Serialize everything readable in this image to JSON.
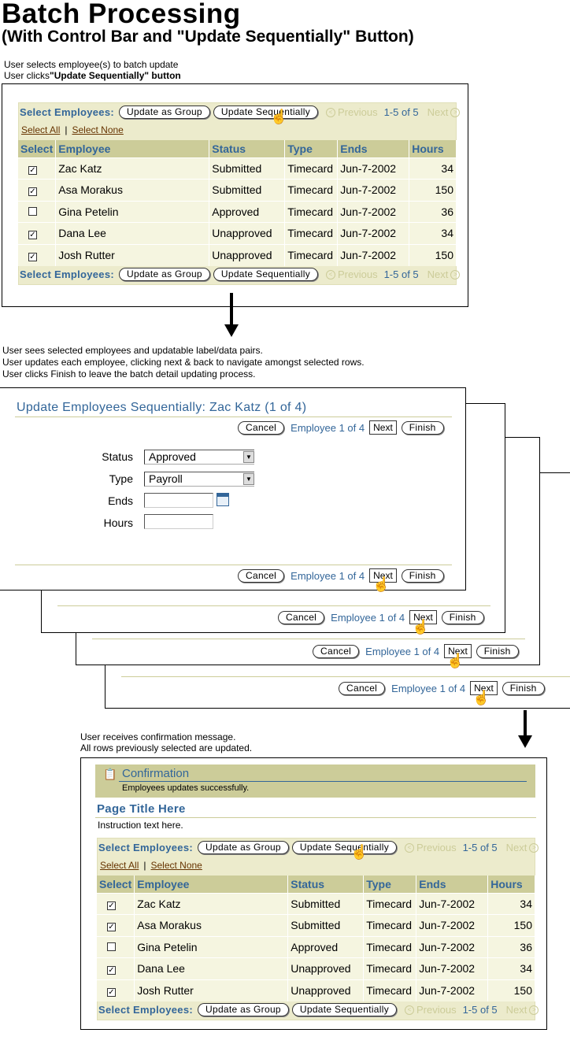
{
  "heading": {
    "title": "Batch Processing",
    "subtitle": "(With Control Bar and \"Update Sequentially\" Button)"
  },
  "notes": {
    "step1_line1": "User selects employee(s) to batch update",
    "step1_line2_prefix": "User clicks",
    "step1_line2_bold": "\"Update Sequentially\" button",
    "step2_line1": "User sees  selected employees and updatable label/data pairs.",
    "step2_line2": "User updates each employee, clicking next & back to navigate amongst selected rows.",
    "step2_line3": "User clicks Finish to leave the batch detail updating process.",
    "step3_line1": "User receives confirmation message.",
    "step3_line2": "All rows previously selected are updated."
  },
  "control_bar": {
    "label": "Select Employees:",
    "update_group": "Update as Group",
    "update_seq": "Update Sequentially",
    "previous": "Previous",
    "page_count": "1-5 of 5",
    "next": "Next",
    "select_all": "Select All",
    "separator": "|",
    "select_none": "Select None"
  },
  "table": {
    "headers": [
      "Select",
      "Employee",
      "Status",
      "Type",
      "Ends",
      "Hours"
    ],
    "rows": [
      {
        "checked": true,
        "employee": "Zac Katz",
        "status": "Submitted",
        "type": "Timecard",
        "ends": "Jun-7-2002",
        "hours": "34"
      },
      {
        "checked": true,
        "employee": "Asa Morakus",
        "status": "Submitted",
        "type": "Timecard",
        "ends": "Jun-7-2002",
        "hours": "150"
      },
      {
        "checked": false,
        "employee": "Gina Petelin",
        "status": "Approved",
        "type": "Timecard",
        "ends": "Jun-7-2002",
        "hours": "36"
      },
      {
        "checked": true,
        "employee": "Dana Lee",
        "status": "Unapproved",
        "type": "Timecard",
        "ends": "Jun-7-2002",
        "hours": "34"
      },
      {
        "checked": true,
        "employee": "Josh Rutter",
        "status": "Unapproved",
        "type": "Timecard",
        "ends": "Jun-7-2002",
        "hours": "150"
      }
    ]
  },
  "sequential": {
    "title": "Update Employees Sequentially: Zac Katz (1 of 4)",
    "cancel": "Cancel",
    "employee_counter": "Employee 1 of 4",
    "next": "Next",
    "finish": "Finish",
    "fields": {
      "status_label": "Status",
      "status_value": "Approved",
      "type_label": "Type",
      "type_value": "Payroll",
      "ends_label": "Ends",
      "ends_value": "",
      "hours_label": "Hours",
      "hours_value": ""
    }
  },
  "confirmation": {
    "title": "Confirmation",
    "message": "Employees updates successfully.",
    "page_title": "Page Title Here",
    "instruction": "Instruction text here."
  },
  "icons": {
    "checked": "☑",
    "unchecked": "☐",
    "hand": "hand-pointer-icon",
    "dropdown": "▼",
    "confirm": "📋"
  },
  "colors": {
    "accent": "#336699",
    "header": "#cccc99",
    "row_bg": "#f5f5e0"
  }
}
